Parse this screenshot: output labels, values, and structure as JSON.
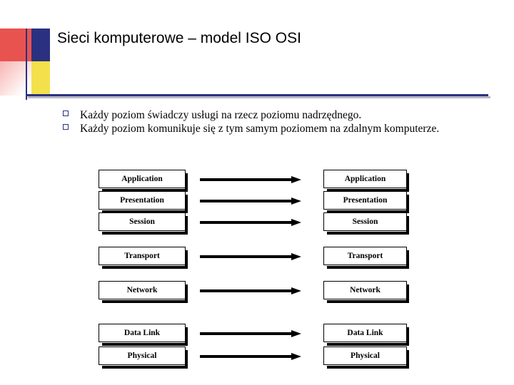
{
  "slide": {
    "title": "Sieci komputerowe – model ISO OSI",
    "bullets": [
      "Każdy poziom świadczy usługi na rzecz poziomu nadrzędnego.",
      "Każdy poziom komunikuje się z tym samym poziomem na zdalnym komputerze."
    ],
    "diagram": {
      "left_stack": [
        "Application",
        "Presentation",
        "Session",
        "Transport",
        "Network",
        "Data Link",
        "Physical"
      ],
      "right_stack": [
        "Application",
        "Presentation",
        "Session",
        "Transport",
        "Network",
        "Data Link",
        "Physical"
      ],
      "arrow_count": 7
    },
    "colors": {
      "accent_navy": "#2b3180",
      "accent_red": "#e8534f",
      "accent_yellow": "#f4e04b",
      "box_border": "#000000",
      "background": "#ffffff"
    }
  }
}
